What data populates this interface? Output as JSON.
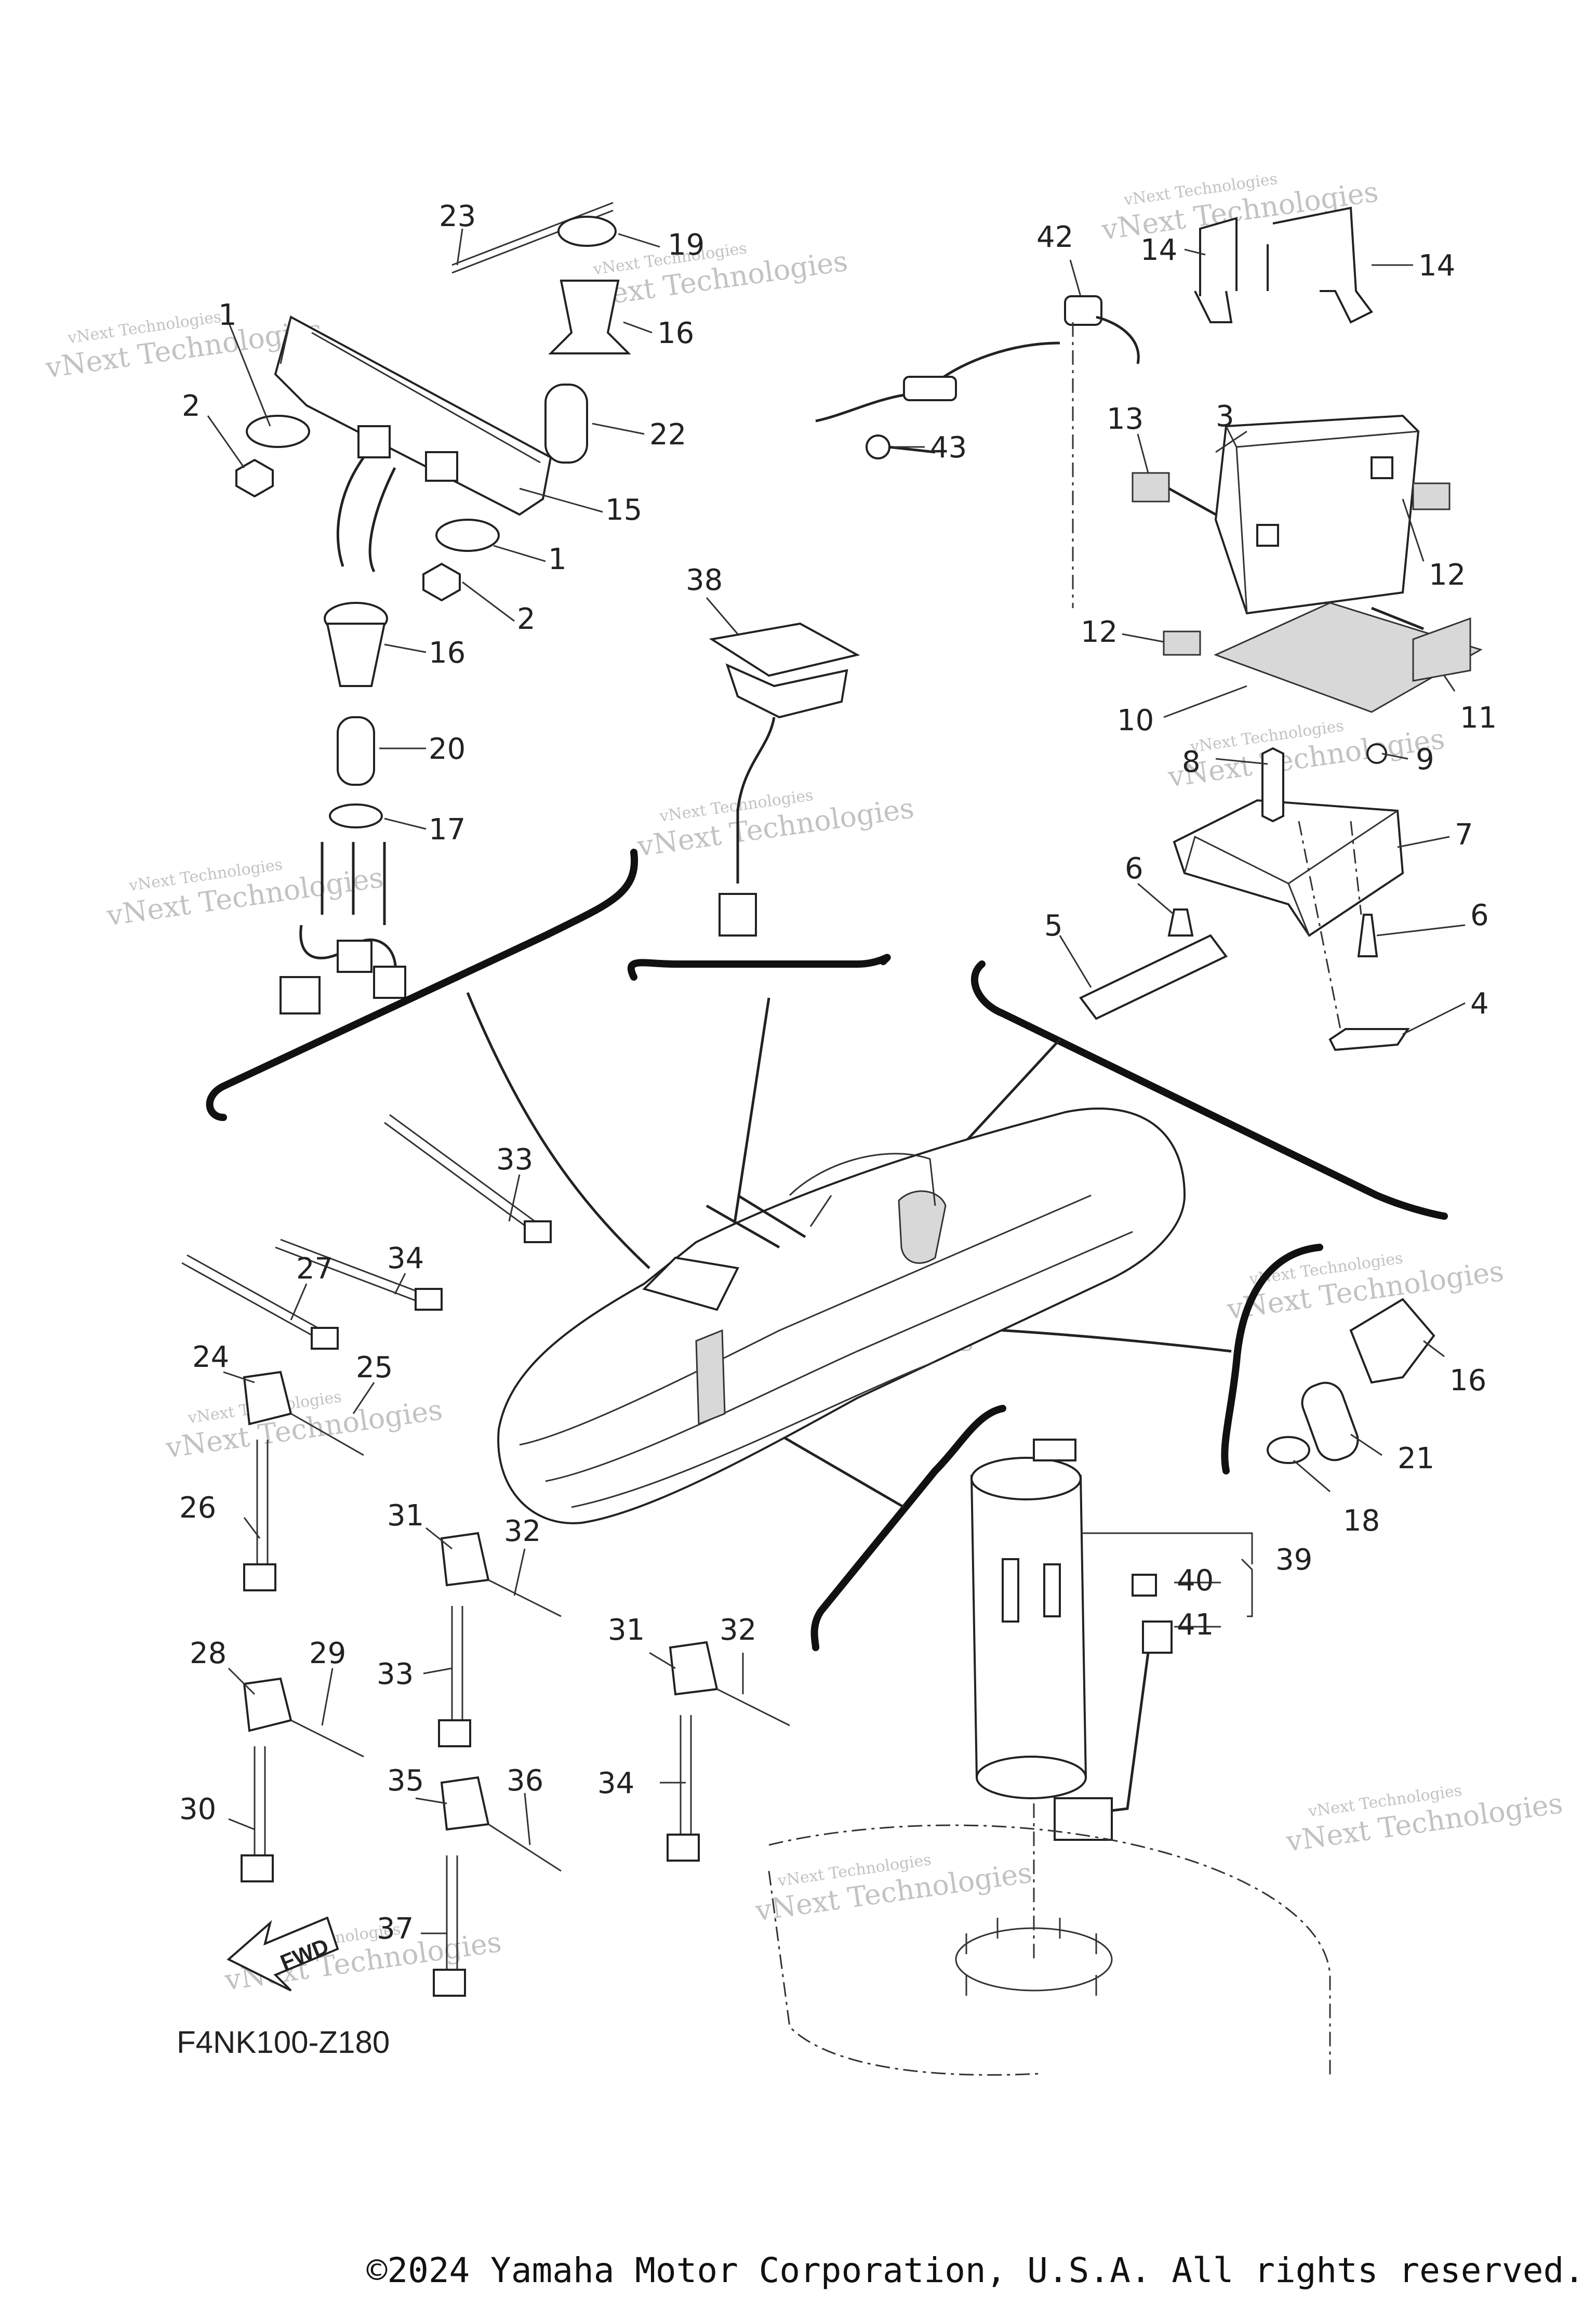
{
  "diagram": {
    "code": "F4NK100-Z180",
    "copyright": "©2024 Yamaha Motor Corporation, U.S.A. All rights reserved.",
    "fwd_label": "FWD",
    "watermark_line1": "vNext Technologies",
    "watermark_line2": "vNext Technologies"
  },
  "part_labels": {
    "p1a": "1",
    "p1b": "1",
    "p2a": "2",
    "p2b": "2",
    "p3": "3",
    "p4": "4",
    "p5": "5",
    "p6a": "6",
    "p6b": "6",
    "p7": "7",
    "p8": "8",
    "p9": "9",
    "p10": "10",
    "p11": "11",
    "p12a": "12",
    "p12b": "12",
    "p13": "13",
    "p14a": "14",
    "p14b": "14",
    "p15": "15",
    "p16a": "16",
    "p16b": "16",
    "p16c": "16",
    "p17": "17",
    "p18": "18",
    "p19": "19",
    "p20": "20",
    "p21": "21",
    "p22": "22",
    "p23": "23",
    "p24": "24",
    "p25": "25",
    "p26": "26",
    "p27": "27",
    "p28": "28",
    "p29": "29",
    "p30": "30",
    "p31a": "31",
    "p31b": "31",
    "p32a": "32",
    "p32b": "32",
    "p33a": "33",
    "p33b": "33",
    "p34a": "34",
    "p34b": "34",
    "p35": "35",
    "p36": "36",
    "p37": "37",
    "p38": "38",
    "p39": "39",
    "p40": "40",
    "p41": "41",
    "p42": "42",
    "p43": "43"
  }
}
